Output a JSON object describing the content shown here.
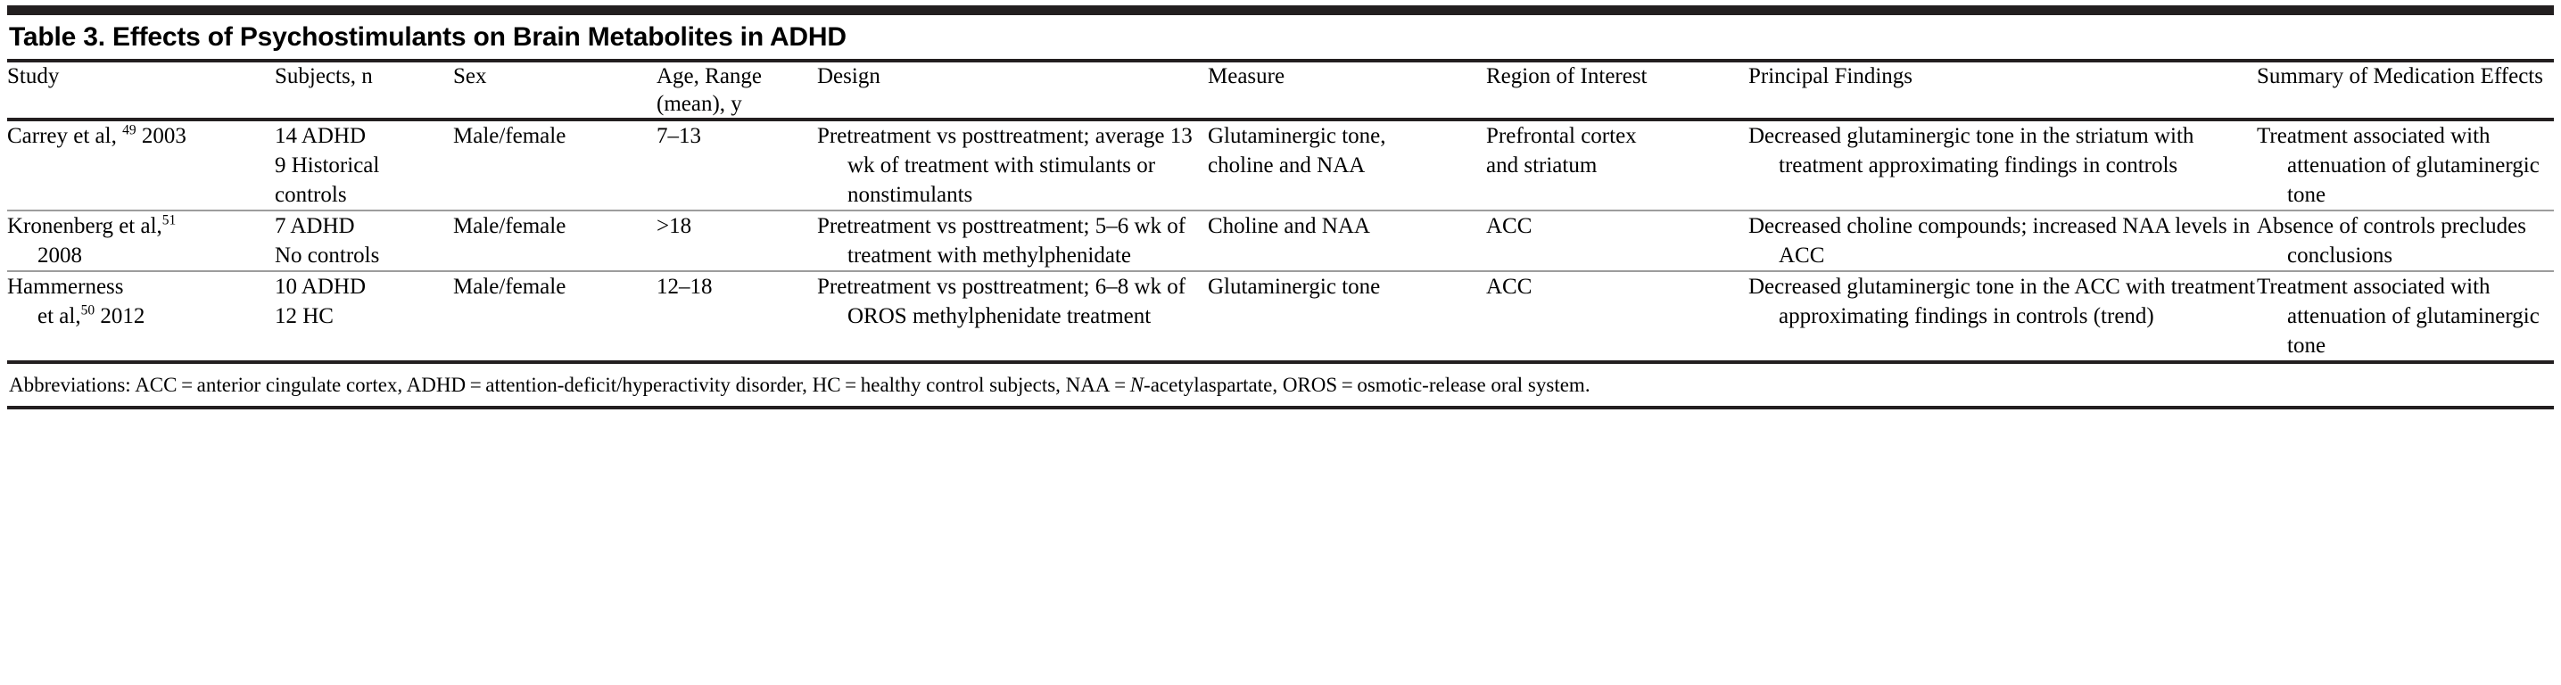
{
  "table": {
    "title": "Table 3. Effects of Psychostimulants on Brain Metabolites in ADHD",
    "columns": [
      {
        "key": "study",
        "label": "Study",
        "label_line2": ""
      },
      {
        "key": "subjects",
        "label": "Subjects, n",
        "label_line2": ""
      },
      {
        "key": "sex",
        "label": "Sex",
        "label_line2": ""
      },
      {
        "key": "age",
        "label": "Age, Range",
        "label_line2": "(mean), y"
      },
      {
        "key": "design",
        "label": "Design",
        "label_line2": ""
      },
      {
        "key": "measure",
        "label": "Measure",
        "label_line2": ""
      },
      {
        "key": "roi",
        "label": "Region of Interest",
        "label_line2": ""
      },
      {
        "key": "findings",
        "label": "Principal Findings",
        "label_line2": ""
      },
      {
        "key": "summary",
        "label": "Summary of Medication Effects",
        "label_line2": ""
      }
    ],
    "rows": [
      {
        "study_author": "Carrey et al,",
        "study_ref": "49",
        "study_year": " 2003",
        "subjects": [
          "14 ADHD",
          "9 Historical",
          "controls"
        ],
        "sex": "Male/female",
        "age": "7–13",
        "design": [
          "Pretreatment vs",
          "posttreatment; average",
          "13 wk of treatment",
          "with stimulants or",
          "nonstimulants"
        ],
        "measure": [
          "Glutaminergic tone,",
          "choline and NAA"
        ],
        "roi": [
          "Prefrontal cortex",
          "and striatum"
        ],
        "findings": [
          "Decreased glutaminergic tone in",
          "the striatum with treatment",
          "approximating findings in controls"
        ],
        "summary": [
          "Treatment associated with",
          "attenuation of glutaminergic",
          "tone"
        ]
      },
      {
        "study_author": "Kronenberg et al,",
        "study_ref": "51",
        "study_year": "",
        "study_line2": "2008",
        "subjects": [
          "7 ADHD",
          "No controls"
        ],
        "sex": "Male/female",
        "age": ">18",
        "design": [
          "Pretreatment vs",
          "posttreatment;",
          "5–6 wk of treatment",
          "with methylphenidate"
        ],
        "measure": [
          "Choline and NAA"
        ],
        "roi": [
          "ACC"
        ],
        "findings": [
          "Decreased choline compounds;",
          "increased NAA levels in ACC"
        ],
        "summary": [
          "Absence of controls precludes",
          "conclusions"
        ]
      },
      {
        "study_author": "Hammerness",
        "study_ref": "50",
        "study_year": "",
        "study_line2_pre": "et al,",
        "study_line2_ref": "50",
        "study_line2_post": " 2012",
        "subjects": [
          "10 ADHD",
          "12 HC"
        ],
        "sex": "Male/female",
        "age": "12–18",
        "design": [
          "Pretreatment vs",
          "posttreatment;",
          "6–8 wk of OROS",
          "methylphenidate",
          "treatment"
        ],
        "measure": [
          "Glutaminergic tone"
        ],
        "roi": [
          "ACC"
        ],
        "findings": [
          "Decreased glutaminergic tone",
          "in the ACC with treatment",
          "approximating findings in controls",
          "(trend)"
        ],
        "summary": [
          "Treatment associated with",
          "attenuation of glutaminergic",
          "tone"
        ]
      }
    ],
    "footnote": {
      "label": "Abbreviations: ",
      "part1": "ACC = anterior cingulate cortex, ADHD = attention-deficit/hyperactivity disorder, HC = healthy control subjects, NAA = ",
      "italic": "N",
      "part2": "-acetylaspartate, OROS = osmotic-release oral system."
    },
    "colors": {
      "rule_dark": "#231f20",
      "rule_light": "#9d9d9d",
      "text": "#000000",
      "background": "#ffffff"
    }
  }
}
